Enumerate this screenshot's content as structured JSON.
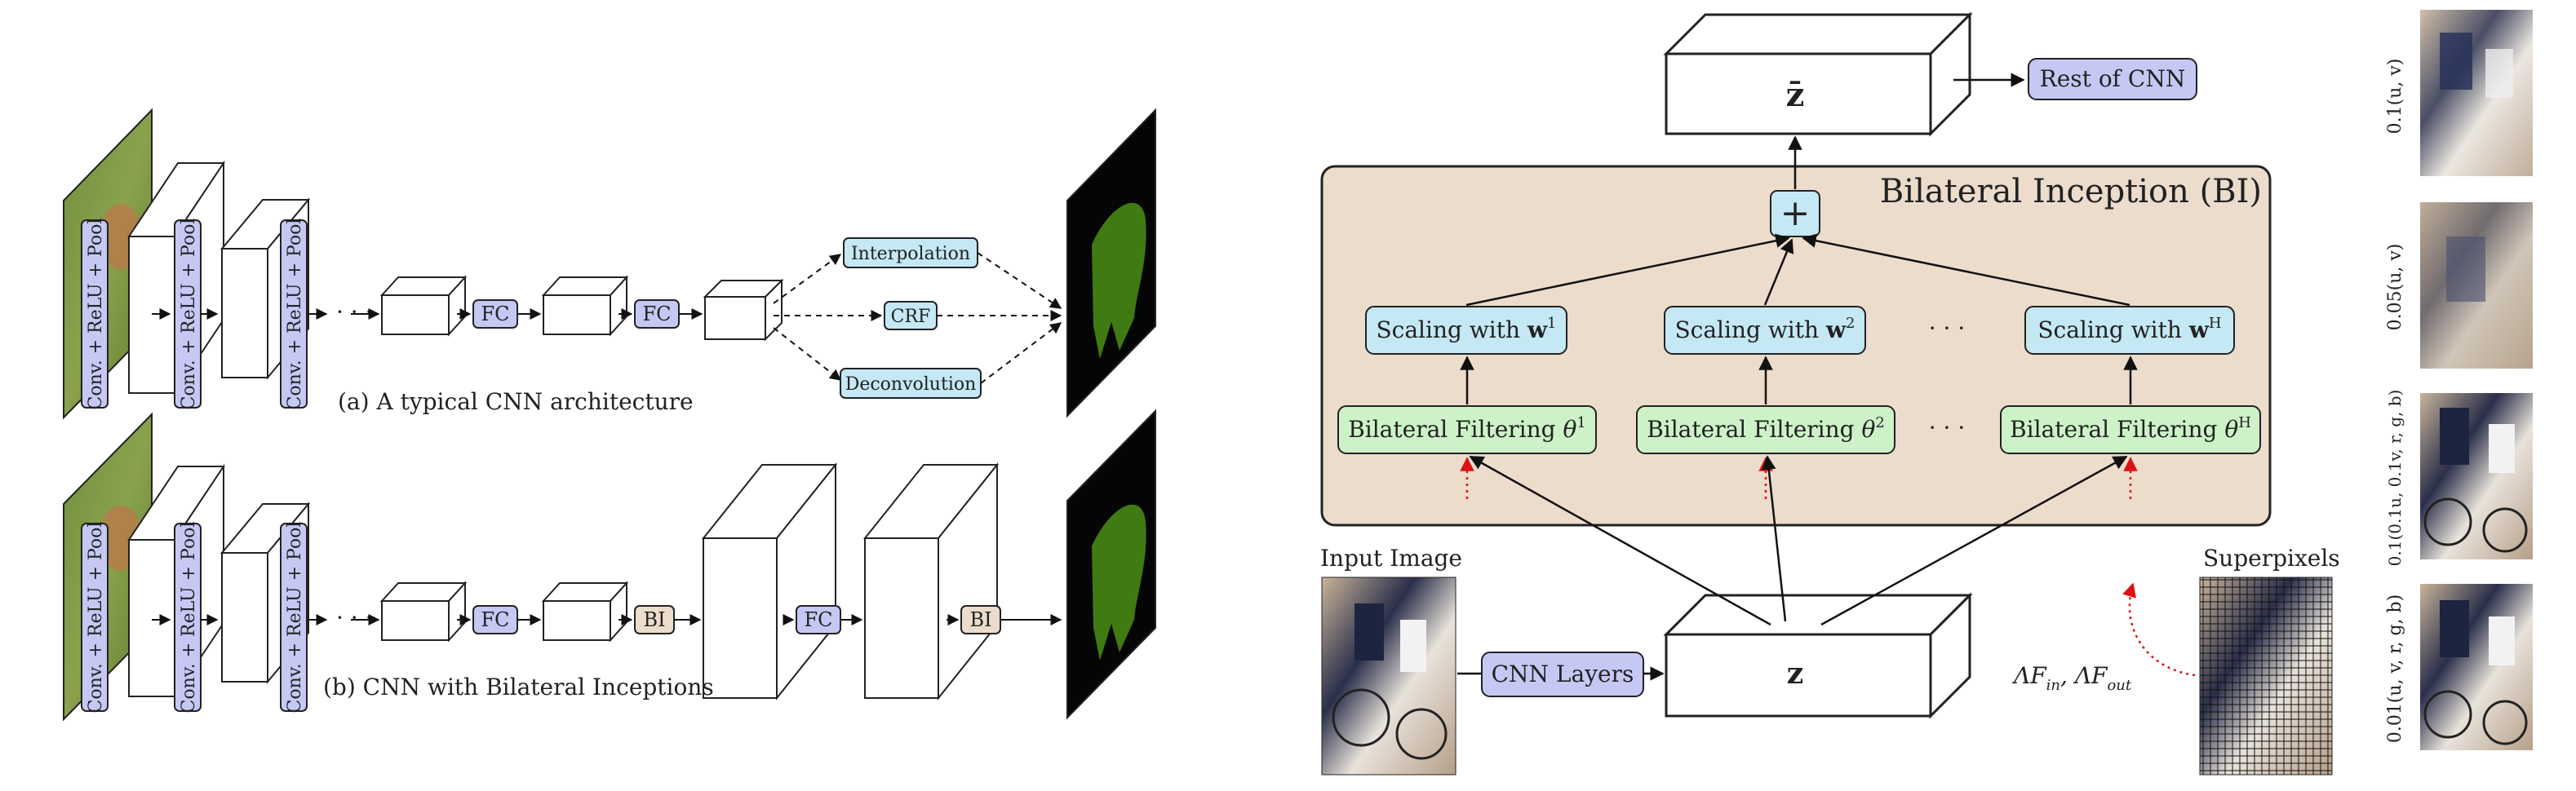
{
  "left_panel": {
    "caption_a": "(a) A typical CNN architecture",
    "caption_b": "(b) CNN with Bilateral Inceptions",
    "conv_label": "Conv. + ReLU + Pool",
    "fc_label": "FC",
    "bi_label": "BI",
    "heads": [
      "Interpolation",
      "CRF",
      "Deconvolution"
    ]
  },
  "middle_panel": {
    "bi_title": "Bilateral Inception (BI)",
    "plus_symbol": "+",
    "zbar_label": "z̄",
    "z_label": "z",
    "rest_label": "Rest of CNN",
    "cnn_layers_label": "CNN Layers",
    "input_image_label": "Input Image",
    "superpixels_label": "Superpixels",
    "lambda_label": "ΛF",
    "lambda_sub_in": "in",
    "lambda_sep": ", ΛF",
    "lambda_sub_out": "out",
    "dots": "· · ·",
    "scaling_prefix": "Scaling with ",
    "scaling_w": "w",
    "scaling_sups": [
      "1",
      "2",
      "H"
    ],
    "filter_prefix": "Bilateral Filtering ",
    "filter_theta": "θ",
    "filter_sups": [
      "1",
      "2",
      "H"
    ]
  },
  "right_panel": {
    "features": [
      "0.1(u, v)",
      "0.05(u, v)",
      "0.1(0.1u, 0.1v, r, g, b)",
      "0.01(u, v, r, g, b)"
    ]
  },
  "colors": {
    "conv_fill": "#c6c8f4",
    "head_fill": "#c4e8f4",
    "bi_fill": "#ecdccc",
    "filter_fill": "#cdf2c8",
    "scale_fill": "#c4e8f4",
    "seg_green": "#3f7a12",
    "red_arrow": "#dd1111"
  }
}
